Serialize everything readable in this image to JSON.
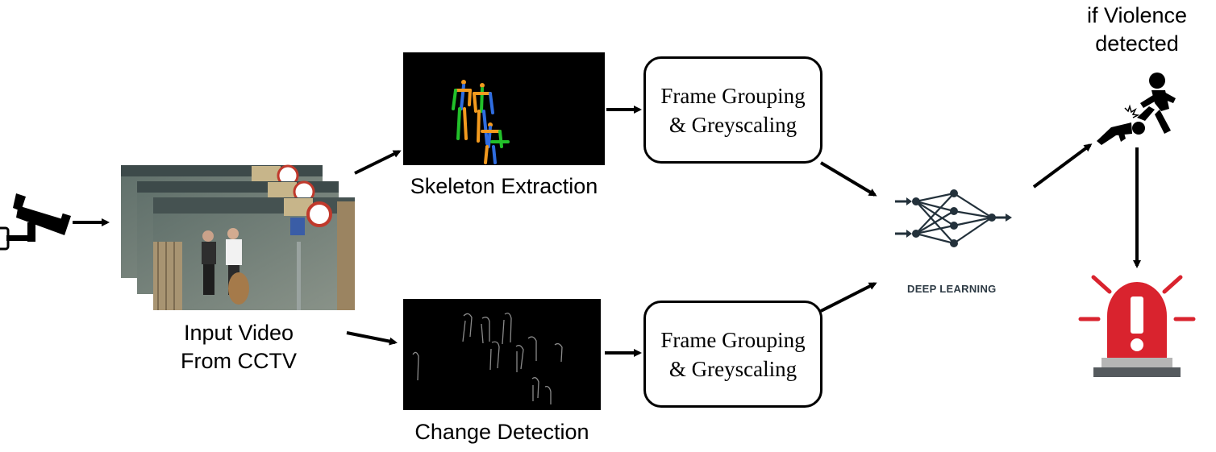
{
  "nodes": {
    "input_label_line1": "Input Video",
    "input_label_line2": "From CCTV",
    "skeleton_label": "Skeleton Extraction",
    "change_label": "Change Detection",
    "grouping_top_line1": "Frame Grouping",
    "grouping_top_line2": "& Greyscaling",
    "grouping_bottom_line1": "Frame Grouping",
    "grouping_bottom_line2": "& Greyscaling",
    "deep_learning_label": "DEEP LEARNING",
    "violence_line1": "if Violence",
    "violence_line2": "detected"
  },
  "colors": {
    "skeleton_green": "#22c02a",
    "skeleton_orange": "#f39a1e",
    "skeleton_blue": "#2f6de0",
    "network_dark": "#23313b",
    "alarm_red": "#d9232e",
    "alarm_grey": "#b5b5b5",
    "alarm_base": "#555a5e"
  },
  "icons": {
    "camera": "cctv-camera-icon",
    "network": "neural-network-icon",
    "violence": "assault-pictogram-icon",
    "alarm": "alarm-siren-icon"
  }
}
